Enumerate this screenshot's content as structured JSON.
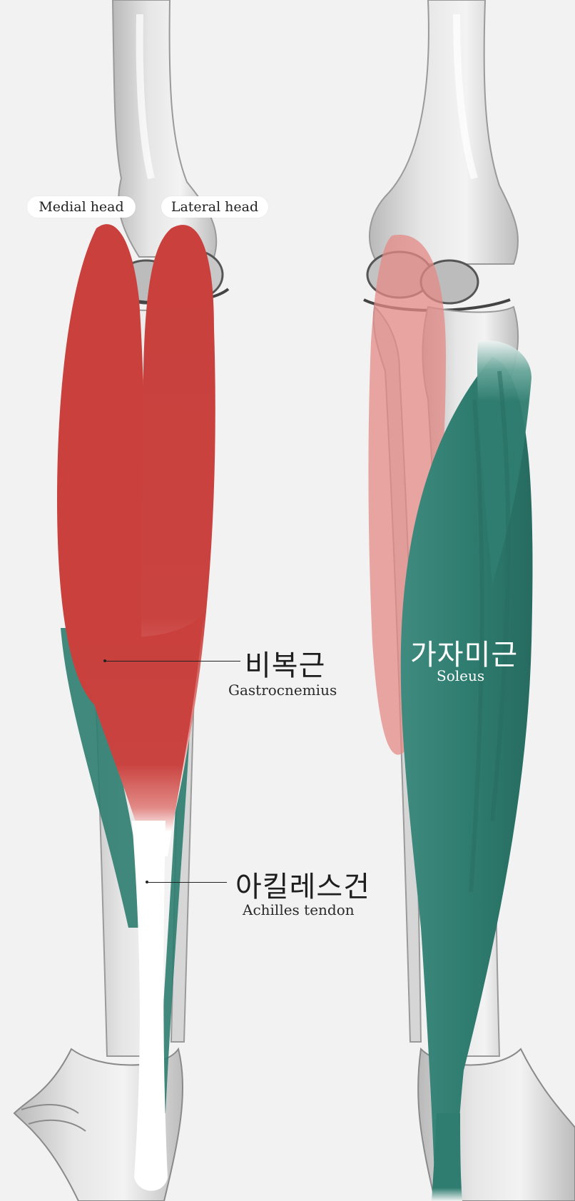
{
  "left_view": {
    "medial_head_label": "Medial head",
    "lateral_head_label": "Lateral head",
    "gastrocnemius_ko": "비복근",
    "gastrocnemius_en": "Gastrocnemius",
    "achilles_ko": "아킬레스건",
    "achilles_en": "Achilles tendon"
  },
  "right_view": {
    "soleus_ko": "가자미근",
    "soleus_en": "Soleus"
  },
  "colors": {
    "background": "#f1f2f1",
    "bone": "#d9d9d9",
    "gastrocnemius": "#c9403c",
    "soleus": "#2f7d70",
    "tendon": "#ffffff"
  }
}
